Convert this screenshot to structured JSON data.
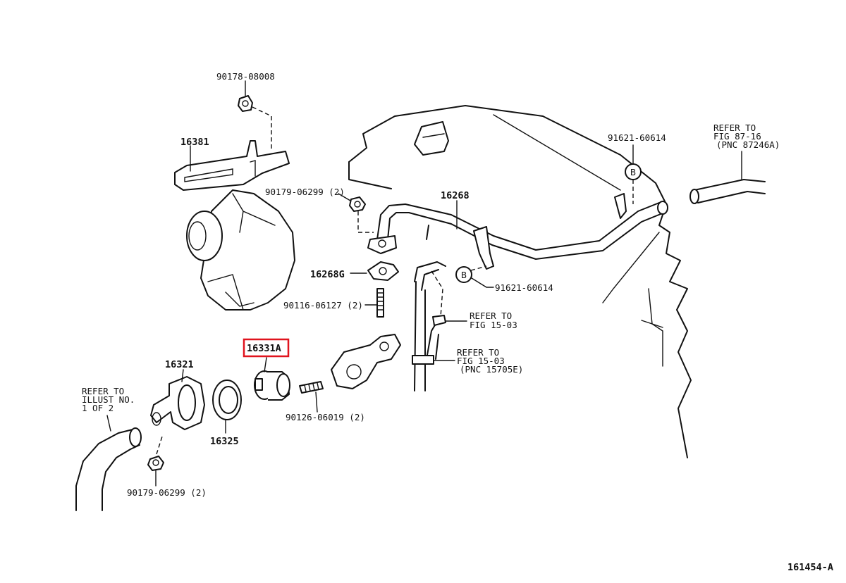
{
  "diagram_id": "161454-A",
  "highlight_color": "#e0141e",
  "parts": {
    "p_90178_08008": "90178-08008",
    "p_16381": "16381",
    "p_90179_06299_top": "90179-06299 (2)",
    "p_16268": "16268",
    "p_16268G": "16268G",
    "p_90116_06127": "90116-06127 (2)",
    "p_91621_60614_top": "91621-60614",
    "p_91621_60614_mid": "91621-60614",
    "p_16331A": "16331A",
    "p_16321": "16321",
    "p_16325": "16325",
    "p_90126_06019": "90126-06019 (2)",
    "p_90179_06299_bottom": "90179-06299 (2)"
  },
  "callouts": {
    "b_top": "B",
    "b_mid": "B"
  },
  "refs": {
    "fig_87_16": [
      "REFER TO",
      "FIG 87-16",
      "(PNC 87246A)"
    ],
    "fig_15_03_a": [
      "REFER TO",
      "FIG 15-03"
    ],
    "fig_15_03_b": [
      "REFER TO",
      "FIG 15-03",
      "(PNC 15705E)"
    ],
    "illust": [
      "REFER TO",
      "ILLUST NO.",
      "1 OF 2"
    ]
  }
}
